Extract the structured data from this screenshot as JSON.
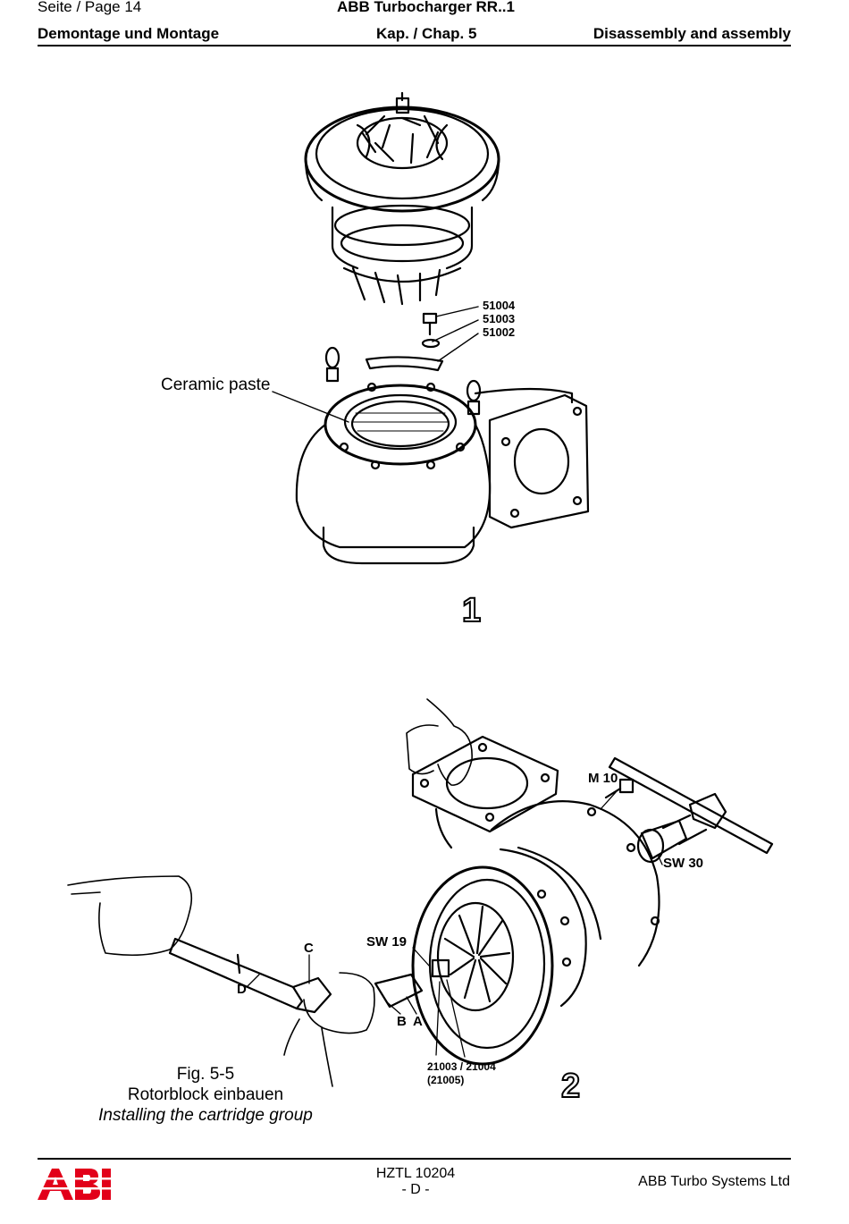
{
  "header": {
    "page_label": "Seite / Page  14",
    "doc_title": "ABB Turbocharger RR..1",
    "section_de": "Demontage und Montage",
    "chapter": "Kap. / Chap. 5",
    "section_en": "Disassembly and assembly"
  },
  "figure1": {
    "part_labels": [
      "51004",
      "51003",
      "51002"
    ],
    "callout": "Ceramic paste",
    "number": "1"
  },
  "figure2": {
    "labels": {
      "m10": "M 10",
      "sw30": "SW 30",
      "sw19": "SW 19",
      "c": "C",
      "d": "D",
      "b": "B",
      "a": "A",
      "parts": "21003 / 21004",
      "parts_paren": "(21005)"
    },
    "number": "2"
  },
  "caption": {
    "fig": "Fig. 5-5",
    "de": "Rotorblock einbauen",
    "en": "Installing the cartridge group"
  },
  "footer": {
    "logo_text": "ABB",
    "doc_number": "HZTL 10204",
    "revision": "- D -",
    "company": "ABB Turbo Systems Ltd"
  },
  "colors": {
    "logo_red": "#e2001a",
    "ink": "#000000"
  }
}
